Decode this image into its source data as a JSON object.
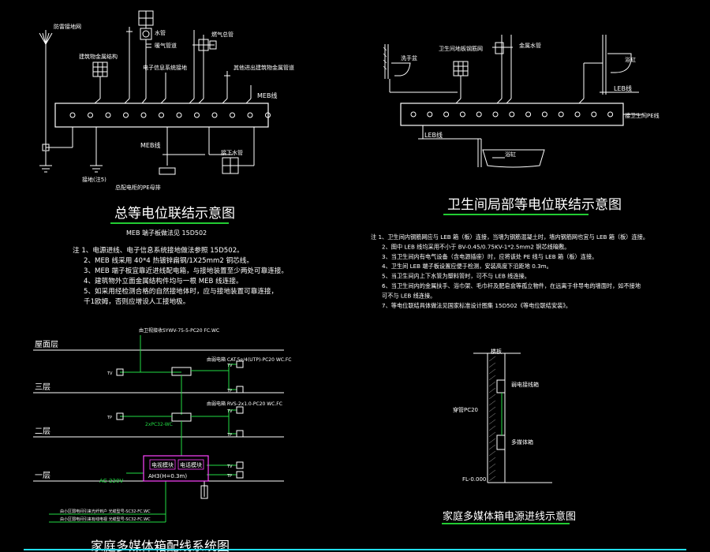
{
  "colors": {
    "background": "#000000",
    "line": "#ffffff",
    "title": "#ffffff",
    "underline": "#22cc33",
    "green": "#22dd44",
    "magenta": "#ff44ff",
    "yellow": "#ffff66",
    "grey_text": "#d8d8d8"
  },
  "meb_diagram": {
    "title": "总等电位联结示意图",
    "subtitle": "MEB 端子板做法见 15D502",
    "labels": {
      "antenna": "防雷接地网",
      "metal_window": "建筑物金属结构",
      "water_pipe": "水管",
      "gas": "燃气总管",
      "heating": "暖气管道",
      "telecom_ground": "电子信息系统接地",
      "metal_structure": "其他进出建筑物金属管道",
      "meb_line": "MEB线",
      "meb_bar": "MEB线",
      "ground": "接地(注5)",
      "pe_bus": "总配电柜的PE母排",
      "bottom_right": "接下水管"
    },
    "notes": [
      "注 1、电源进线、电子信息系统接地做法参照 15D502。",
      "2、MEB 线采用 40*4 热镀锌扁钢/1X25mm2 铜芯线。",
      "3、MEB 端子板宜靠近进线配电箱，与接地装置至少两处可靠连接。",
      "4、建筑物外立面金属结构件均与一根 MEB 线连接。",
      "5、如采用经检测合格的自然接地体时，应与接地装置可靠连接，",
      "   千1欧姆，否则应增设人工接地极。"
    ]
  },
  "leb_diagram": {
    "title": "卫生间局部等电位联结示意图",
    "labels": {
      "wall_left": "洗手盆",
      "floor_mesh": "卫生间地板钢筋网",
      "metal_pipe": "金属水管",
      "toilet": "浴缸",
      "leb_bar": "LEB线",
      "pe_line": "接卫生间PE线",
      "leb_line": "LEB线",
      "bathtub": "浴缸"
    },
    "notes": [
      "注 1、卫生间内钢筋网应与 LEB 箱（板）连接，当墙为钢筋混凝土时，墙内钢筋网也宜与 LEB 箱（板）连接。",
      "2、图中 LEB 线均采用不小于 BV-0.45/0.75KV-1*2.5mm2 铜芯线暗敷。",
      "3、当卫生间内有电气设备（含电源插座）时，应将该处 PE 线与 LEB 箱（板）连接。",
      "4、卫生间 LEB 端子板设置应便于检测，安装高度下沿距地 0.3m。",
      "5、当卫生间内上下水管为塑料管时，可不与 LEB 线连接。",
      "6、当卫生间内的金属扶手、浴巾架、毛巾杆及肥皂盒等孤立物件，在远离于非导电的墙面时，如不接地",
      "   可不与 LEB 线连接。",
      "7、等电位联结具体做法见国家标准设计图集 15D502《等电位联结安装》。"
    ]
  },
  "media_riser": {
    "title": "家庭多媒体箱电源进线示意图",
    "labels": {
      "top": "楼板",
      "box1": "弱电接线箱",
      "conduit": "穿管PC20",
      "box2": "多媒体箱",
      "floor": "FL-0.000"
    }
  },
  "media_system": {
    "title": "家庭多媒体箱配线系统图",
    "floors": [
      "屋面层",
      "三层",
      "二层",
      "一层"
    ],
    "labels": {
      "antenna_cable": "由卫视接收SYWV-75-5-PC20 FC.WC",
      "network_cable": "由弱电箱 CAT.5e/4(UTP)-PC20 WC.FC",
      "tv_cable": "由弱电箱 RVS-2x1.0-PC20 WC.FC",
      "conduit_mid": "2xPC32-WC",
      "box_label_1": "电视模块",
      "box_label_2": "电话模块",
      "box_sub": "AH3(H=0.3m)",
      "power": "AC-220V",
      "in_line_1": "由小区弱电间引来光纤到户 光缆型号-SC32-FC.WC",
      "in_line_2": "由小区弱电间引来有线电视 光缆型号-SC32-FC.WC"
    },
    "outlets": [
      "TV",
      "TP",
      "TV",
      "TP",
      "TV",
      "TP",
      "TV",
      "TP"
    ]
  }
}
